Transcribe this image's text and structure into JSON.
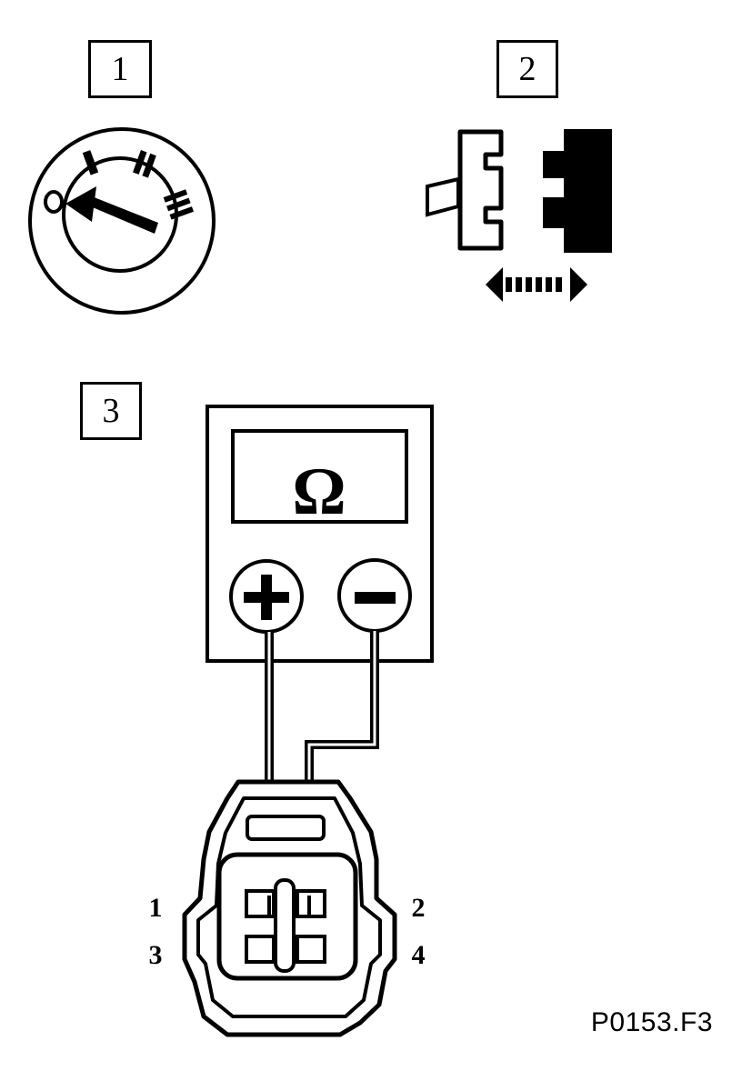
{
  "steps": {
    "step1": {
      "label": "1"
    },
    "step2": {
      "label": "2"
    },
    "step3": {
      "label": "3"
    }
  },
  "ignition_switch": {
    "positions": [
      "O",
      "I",
      "II",
      "III"
    ]
  },
  "multimeter": {
    "display_symbol": "Ω",
    "positive_label": "+",
    "negative_label": "−"
  },
  "connector": {
    "pins": {
      "pin1": "1",
      "pin2": "2",
      "pin3": "3",
      "pin4": "4"
    }
  },
  "figure_code": "P0153.F3"
}
